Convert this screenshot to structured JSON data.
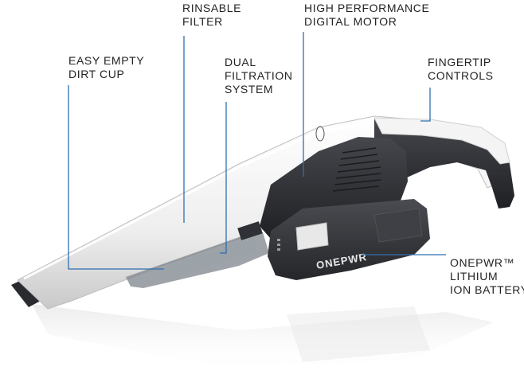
{
  "labels": {
    "rinsable_filter": [
      "RINSABLE",
      "FILTER"
    ],
    "digital_motor": [
      "HIGH PERFORMANCE",
      "DIGITAL MOTOR"
    ],
    "easy_empty": [
      "EASY EMPTY",
      "DIRT CUP"
    ],
    "dual_filtration": [
      "DUAL",
      "FILTRATION",
      "SYSTEM"
    ],
    "fingertip_controls": [
      "FINGERTIP",
      "CONTROLS"
    ],
    "battery": [
      "ONEPWR™",
      "LITHIUM",
      "ION BATTERY"
    ]
  },
  "battery_brand": "ONEPWR",
  "colors": {
    "callout_line": "#2f6fb0",
    "label_text": "#232323",
    "body_white": "#f4f4f4",
    "body_dark": "#2b2d31",
    "battery_gray": "#3a3c40"
  }
}
